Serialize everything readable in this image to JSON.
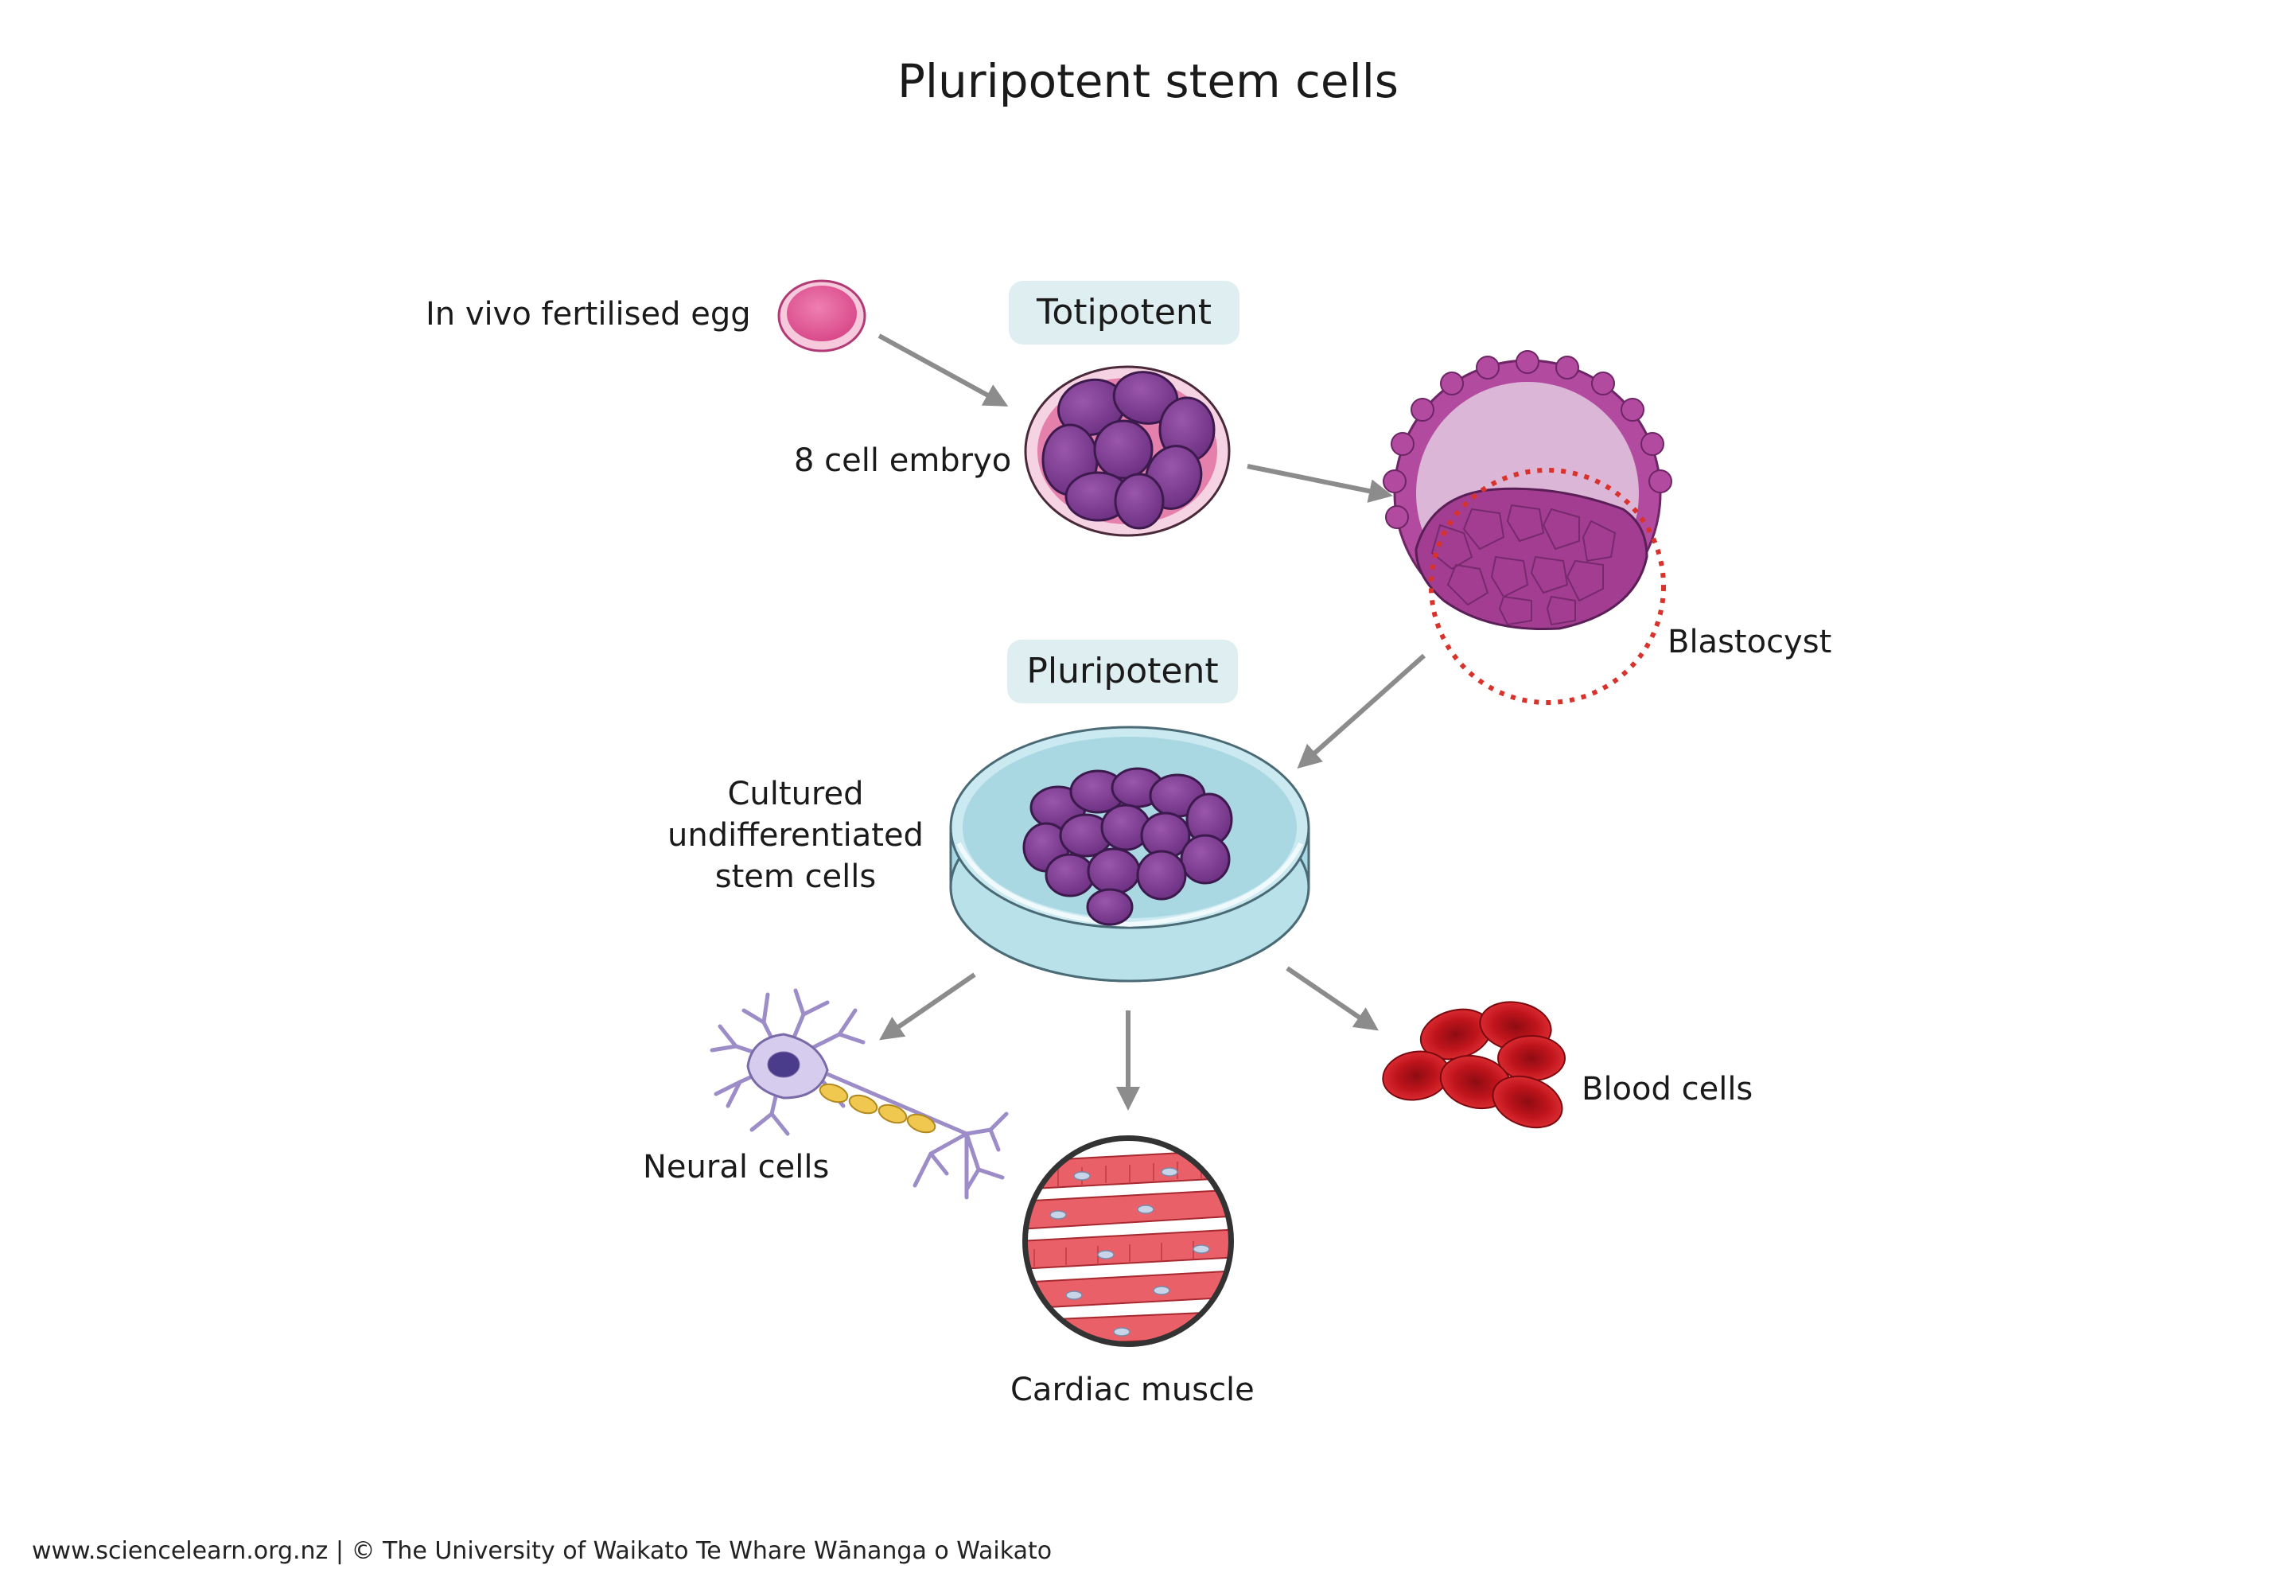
{
  "title": "Pluripotent stem cells",
  "labels": {
    "egg": "In vivo fertilised egg",
    "embryo": "8 cell embryo",
    "totipotent": "Totipotent",
    "blastocyst": "Blastocyst",
    "pluripotent": "Pluripotent",
    "cultured_1": "Cultured",
    "cultured_2": "undifferentiated",
    "cultured_3": "stem cells",
    "neural": "Neural cells",
    "cardiac": "Cardiac muscle",
    "blood": "Blood cells"
  },
  "footer": "www.sciencelearn.org.nz | © The University of Waikato Te Whare Wānanga o Waikato",
  "colors": {
    "arrow": "#8c8c8c",
    "egg": "#e0609a",
    "embryo_cell": "#7a3b8f",
    "blastocyst": "#b04a9e",
    "blastocyst_inner": "#dcb6d6",
    "dish": "#a8d8e3",
    "neuron": "#a89ad0",
    "myelin": "#f0c850",
    "muscle": "#d94850",
    "blood": "#c0141c",
    "badge_bg": "#dfeef0",
    "dotted_circle": "#d8322a"
  }
}
